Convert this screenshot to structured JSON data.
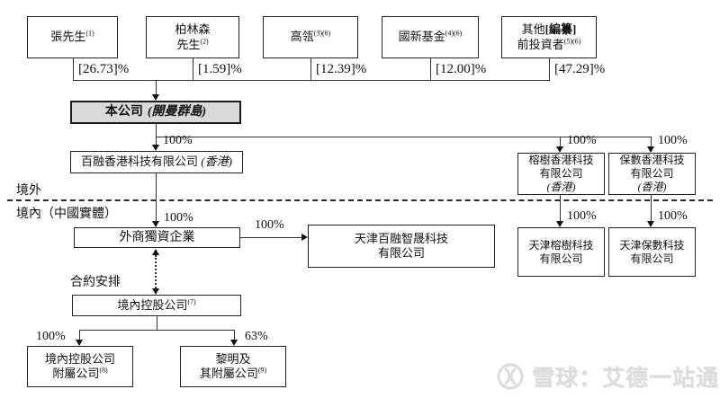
{
  "chart": {
    "regions": {
      "offshore": "境外",
      "onshore": "境內（中國實體）",
      "contract": "合約安排"
    },
    "shareholders": [
      {
        "name": "張先生",
        "sup": "(1)",
        "pct": "[26.73]%"
      },
      {
        "name": "柏林森\n先生",
        "sup": "(2)",
        "pct": "[1.59]%"
      },
      {
        "name": "高瓴",
        "sup": "(3)(6)",
        "pct": "[12.39]%"
      },
      {
        "name": "國新基金",
        "sup": "(4)(6)",
        "pct": "[12.00]%"
      },
      {
        "prefix": "其他",
        "redacted": "[編纂]",
        "line2": "前投資者",
        "sup": "(5)(6)",
        "pct": "[47.29]%"
      }
    ],
    "entities": {
      "company": {
        "name": "本公司",
        "region": "(開曼群島)"
      },
      "br_hk": {
        "name": "百融香港科技有限公司",
        "region": "(香港)"
      },
      "rs_hk": {
        "name": "榕樹香港科技\n有限公司",
        "region": "(香港)"
      },
      "bs_hk": {
        "name": "保數香港科技\n有限公司",
        "region": "(香港)"
      },
      "wfoe": {
        "name": "外商獨資企業"
      },
      "tj_br": {
        "name": "天津百融智晟科技\n有限公司"
      },
      "tj_rs": {
        "name": "天津榕樹科技\n有限公司"
      },
      "tj_bs": {
        "name": "天津保數科技\n有限公司"
      },
      "holdco": {
        "name": "境內控股公司",
        "sup": "(7)"
      },
      "holdco_sub": {
        "name": "境內控股公司\n附屬公司",
        "sup": "(8)"
      },
      "liming": {
        "name": "黎明及\n其附屬公司",
        "sup": "(9)"
      }
    },
    "edges": {
      "to_br_hk": "100%",
      "to_rs_hk": "100%",
      "to_bs_hk": "100%",
      "to_wfoe": "100%",
      "to_tj_br": "100%",
      "to_tj_rs": "100%",
      "to_tj_bs": "100%",
      "to_holdco_sub": "100%",
      "to_liming": "63%"
    }
  },
  "watermark": {
    "brand": "雪球：艾德一站通"
  },
  "colors": {
    "company_fill": "#d9d9d9",
    "line": "#333333",
    "border": "#222222",
    "watermark": "#dcdcdc",
    "background": "#ffffff"
  }
}
